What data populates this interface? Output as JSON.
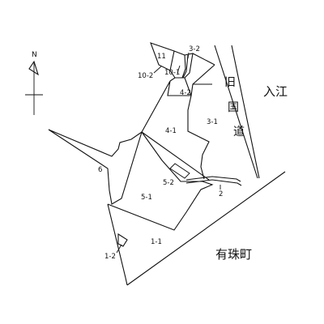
{
  "north_label": "N",
  "road_name": [
    "旧",
    "国",
    "道"
  ],
  "places": {
    "irie": "入江",
    "usu_town": "有珠町"
  },
  "parcels": {
    "p11": "11",
    "p3_2": "3-2",
    "p10_2": "10-2",
    "p10_1": "10-1",
    "p4_2": "4-2",
    "p3_1": "3-1",
    "p4_1": "4-1",
    "p6": "6",
    "p5_2": "5-2",
    "p2": "2",
    "p5_1": "5-1",
    "p1_1": "1-1",
    "p1_2": "1-2"
  }
}
